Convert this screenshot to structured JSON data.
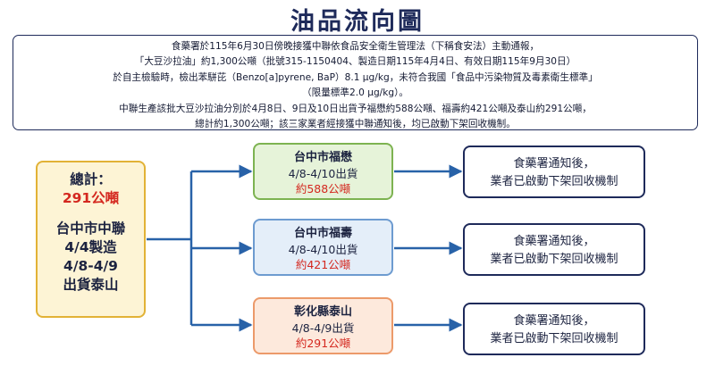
{
  "title": "油品流向圖",
  "notice": {
    "lines": [
      "食藥署於115年6月30日傍晚接獲中聯依食品安全衛生管理法（下稱食安法）主動通報，",
      "「大豆沙拉油」約1,300公噸（批號315-1150404、製造日期115年4月4日、有效日期115年9月30日）",
      "於自主檢驗時，檢出苯駢芘（Benzo[a]pyrene, BaP）8.1 μg/kg，未符合我國「食品中污染物質及毒素衛生標準」",
      "（限量標準2.0 μg/kg）。",
      "中聯生產該批大豆沙拉油分別於4月8日、9日及10日出貨予福懋約588公噸、福壽約421公噸及泰山約291公噸，",
      "總計約1,300公噸；該三家業者經接獲中聯通知後，均已啟動下架回收機制。"
    ]
  },
  "source": {
    "total_label": "總計：",
    "total_value": "291公噸",
    "company": "台中市中聯",
    "made": "4/4製造",
    "ship_range": "4/8-4/9",
    "ship_to": "出貨泰山"
  },
  "destinations": [
    {
      "name": "台中市福懋",
      "ship": "4/8-4/10出貨",
      "qty": "約588公噸",
      "color": "#7db351"
    },
    {
      "name": "台中市福壽",
      "ship": "4/8-4/10出貨",
      "qty": "約421公噸",
      "color": "#6d9bd0"
    },
    {
      "name": "彰化縣泰山",
      "ship": "4/8-4/9出貨",
      "qty": "約291公噸",
      "color": "#ec9a6a"
    }
  ],
  "results": [
    {
      "line1": "食藥署通知後，",
      "line2": "業者已啟動下架回收機制"
    },
    {
      "line1": "食藥署通知後，",
      "line2": "業者已啟動下架回收機制"
    },
    {
      "line1": "食藥署通知後，",
      "line2": "業者已啟動下架回收機制"
    }
  ],
  "arrow_color": "#2862a8"
}
